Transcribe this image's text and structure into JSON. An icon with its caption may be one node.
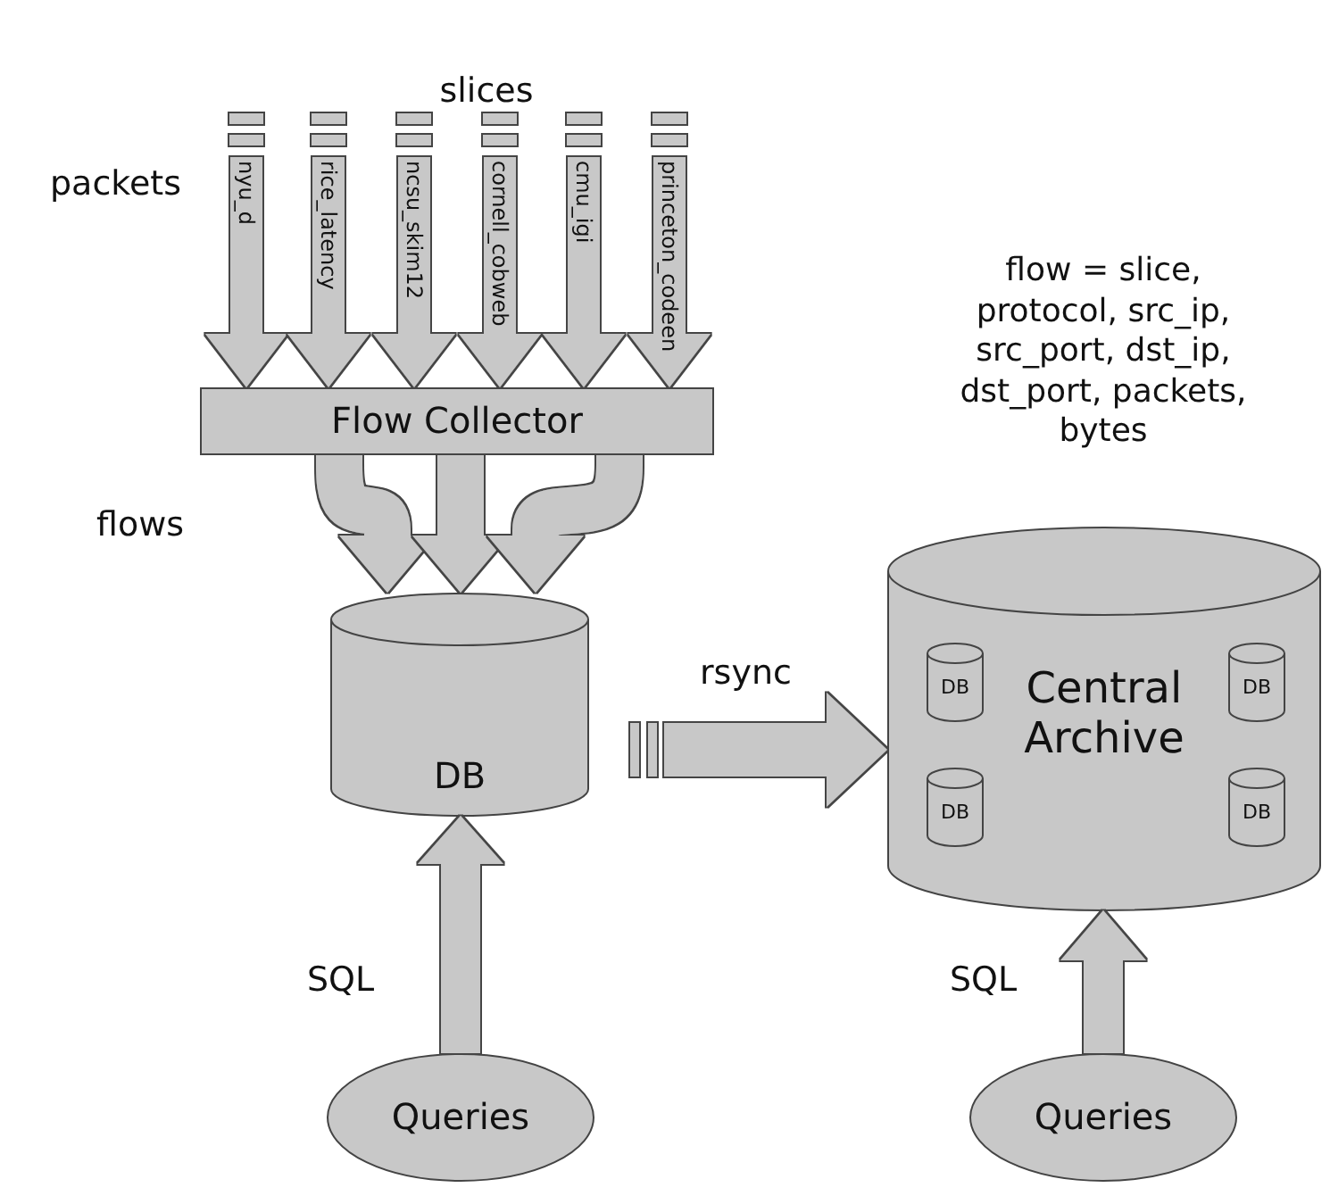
{
  "diagram": {
    "nodes": [
      {
        "text": [
          "Flow Collector"
        ]
      },
      {
        "text": [
          "DB"
        ]
      },
      {
        "text": [
          "Central Archive"
        ]
      },
      {
        "text": [
          "DB"
        ],
        "in": 2
      },
      {
        "text": [
          "DB"
        ],
        "in": 2
      },
      {
        "text": [
          "DB"
        ],
        "in": 2
      },
      {
        "text": [
          "DB"
        ],
        "in": 2
      },
      {
        "text": [
          "Queries"
        ]
      },
      {
        "text": [
          "Queries"
        ]
      }
    ],
    "edges": [
      {
        "from": null,
        "to": 0,
        "arrow": "to",
        "label": "nyu_d"
      },
      {
        "from": null,
        "to": 0,
        "arrow": "to",
        "label": "rice_latency"
      },
      {
        "from": null,
        "to": 0,
        "arrow": "to",
        "label": "ncsu_skim12"
      },
      {
        "from": null,
        "to": 0,
        "arrow": "to",
        "label": "cornell_cobweb"
      },
      {
        "from": null,
        "to": 0,
        "arrow": "to",
        "label": "cmu_igi"
      },
      {
        "from": null,
        "to": 0,
        "arrow": "to",
        "label": "princeton_codeen"
      },
      {
        "from": 0,
        "to": 1,
        "arrow": "to"
      },
      {
        "from": 0,
        "to": 1,
        "arrow": "to"
      },
      {
        "from": 0,
        "to": 1,
        "arrow": "to"
      },
      {
        "from": 1,
        "to": 2,
        "arrow": "to",
        "label": "rsync"
      },
      {
        "from": 7,
        "to": 1,
        "arrow": "to",
        "label": "SQL"
      },
      {
        "from": 8,
        "to": 2,
        "arrow": "to",
        "label": "SQL"
      }
    ],
    "labels": [
      "slices",
      "packets",
      "flow = slice, protocol, src_ip, src_port, dst_ip, dst_port, packets, bytes",
      "flows"
    ]
  }
}
